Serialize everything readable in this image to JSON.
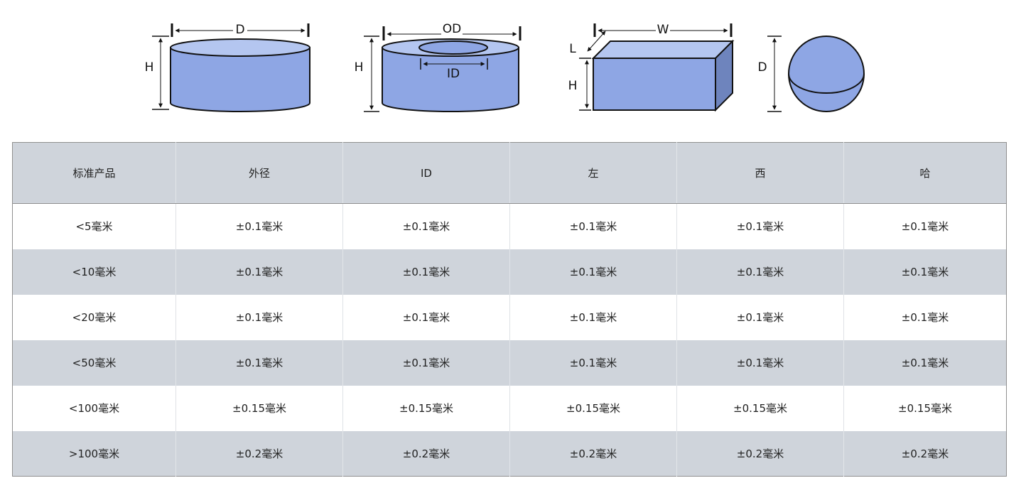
{
  "figures": {
    "cylinder": {
      "labels": [
        "D",
        "H"
      ]
    },
    "ring": {
      "labels": [
        "OD",
        "H",
        "ID"
      ]
    },
    "block": {
      "labels": [
        "W",
        "L",
        "H"
      ]
    },
    "sphere": {
      "labels": [
        "D"
      ]
    }
  },
  "colors": {
    "shape_front": "#8ea6e4",
    "shape_top": "#b4c6f0",
    "shape_side": "#6e84bd",
    "stripe": "#cfd4db"
  },
  "table": {
    "headers": [
      "标准产品",
      "外径",
      "ID",
      "左",
      "西",
      "哈"
    ],
    "rows": [
      [
        "<5毫米",
        "±0.1毫米",
        "±0.1毫米",
        "±0.1毫米",
        "±0.1毫米",
        "±0.1毫米"
      ],
      [
        "<10毫米",
        "±0.1毫米",
        "±0.1毫米",
        "±0.1毫米",
        "±0.1毫米",
        "±0.1毫米"
      ],
      [
        "<20毫米",
        "±0.1毫米",
        "±0.1毫米",
        "±0.1毫米",
        "±0.1毫米",
        "±0.1毫米"
      ],
      [
        "<50毫米",
        "±0.1毫米",
        "±0.1毫米",
        "±0.1毫米",
        "±0.1毫米",
        "±0.1毫米"
      ],
      [
        "<100毫米",
        "±0.15毫米",
        "±0.15毫米",
        "±0.15毫米",
        "±0.15毫米",
        "±0.15毫米"
      ],
      [
        ">100毫米",
        "±0.2毫米",
        "±0.2毫米",
        "±0.2毫米",
        "±0.2毫米",
        "±0.2毫米"
      ]
    ]
  }
}
